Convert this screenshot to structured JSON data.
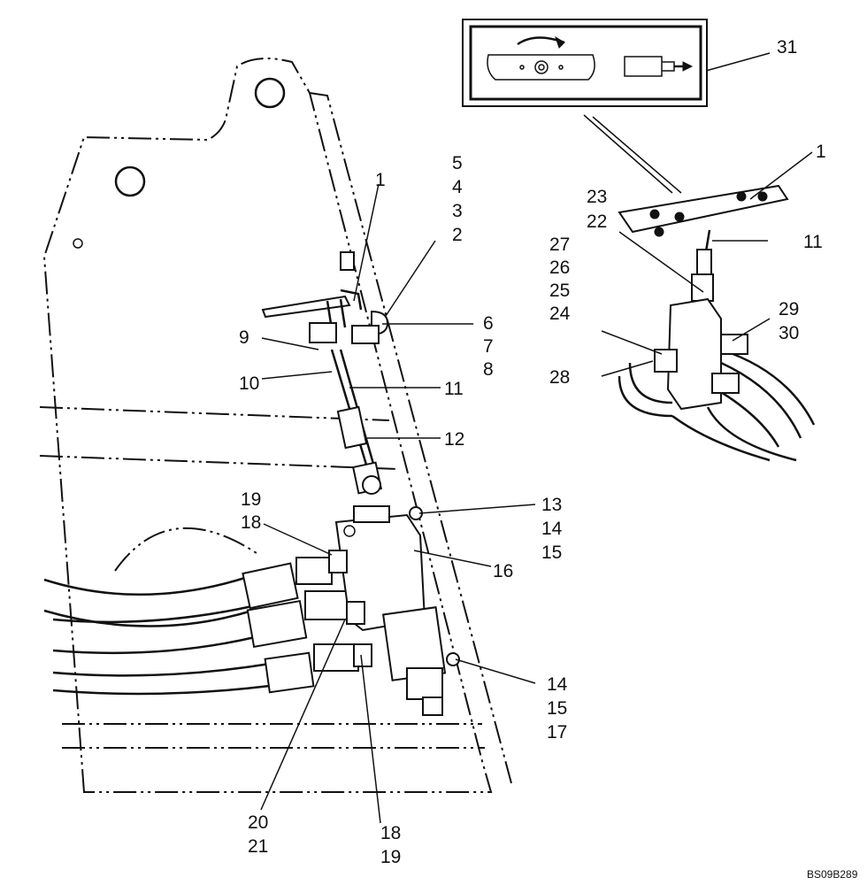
{
  "labels": {
    "l1a": "1",
    "l5": "5",
    "l4": "4",
    "l3": "3",
    "l2": "2",
    "l6": "6",
    "l7": "7",
    "l8": "8",
    "l9": "9",
    "l10": "10",
    "l11a": "11",
    "l12": "12",
    "l19a": "19",
    "l18a": "18",
    "l13": "13",
    "l14a": "14",
    "l15a": "15",
    "l16": "16",
    "l14b": "14",
    "l15b": "15",
    "l17": "17",
    "l20": "20",
    "l21": "21",
    "l18b": "18",
    "l19b": "19",
    "l31": "31",
    "l1b": "1",
    "l23": "23",
    "l22": "22",
    "l11b": "11",
    "l27": "27",
    "l26": "26",
    "l25": "25",
    "l24": "24",
    "l29": "29",
    "l30": "30",
    "l28": "28"
  },
  "reference_code": "BS09B289"
}
